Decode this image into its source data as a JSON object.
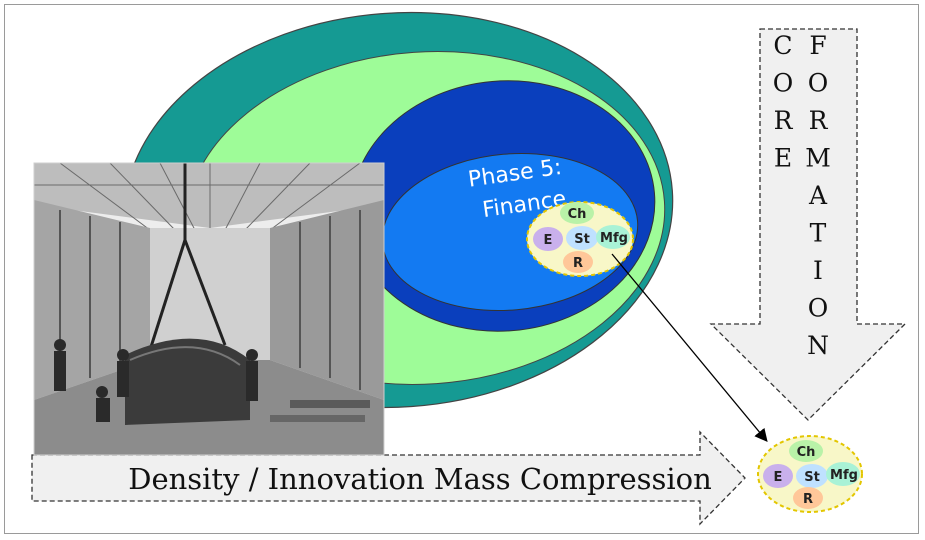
{
  "colors": {
    "ring_outer": "#159a93",
    "ring_light_green": "#9efc98",
    "ring_dark_blue": "#0a3fbd",
    "ring_inner_blue": "#137af2",
    "cluster_bg": "#f8f7c8",
    "cluster_border": "#e3c600",
    "node_ch": "#b9f2a8",
    "node_e": "#c9b0ec",
    "node_st": "#bfe1ff",
    "node_mfg": "#a9f2d6",
    "node_r": "#ffc799",
    "arrow_fill": "#f0f0f0",
    "arrow_stroke": "#333333"
  },
  "phase": {
    "line1": "Phase 5:",
    "line2": "Finance"
  },
  "cluster_labels": {
    "ch": "Ch",
    "e": "E",
    "st": "St",
    "mfg": "Mfg",
    "r": "R"
  },
  "core": {
    "left": [
      "C",
      "O",
      "R",
      "E"
    ],
    "right": [
      "F",
      "O",
      "R",
      "M",
      "A",
      "T",
      "I",
      "O",
      "N"
    ]
  },
  "density_label": "Density / Innovation Mass Compression",
  "image": {
    "icon": "industrial-factory-engraving"
  }
}
